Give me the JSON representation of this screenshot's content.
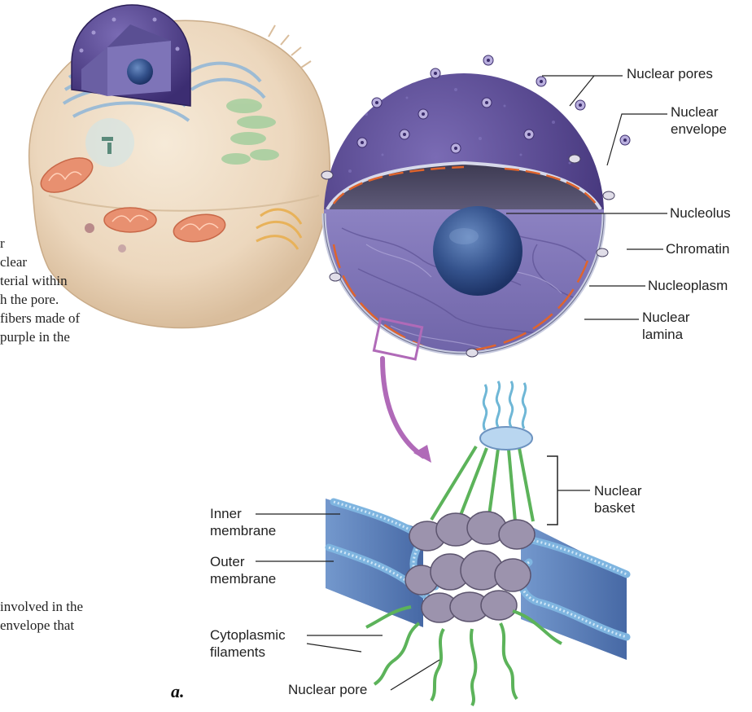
{
  "figure": {
    "part_letter": "a.",
    "labels": {
      "nuclear_pores": "Nuclear pores",
      "nuclear_envelope": [
        "Nuclear",
        "envelope"
      ],
      "nucleolus": "Nucleolus",
      "chromatin": "Chromatin",
      "nucleoplasm": "Nucleoplasm",
      "nuclear_lamina": [
        "Nuclear",
        "lamina"
      ],
      "inner_membrane": [
        "Inner",
        "membrane"
      ],
      "outer_membrane": [
        "Outer",
        "membrane"
      ],
      "cytoplasmic_filaments": [
        "Cytoplasmic",
        "filaments"
      ],
      "nuclear_pore": "Nuclear pore",
      "nuclear_basket": [
        "Nuclear",
        "basket"
      ]
    }
  },
  "body_text": {
    "paragraph_1": [
      "r",
      "clear",
      "terial within",
      "h the pore.",
      "fibers made of",
      "purple in the"
    ],
    "paragraph_2": [
      "involved in the",
      "envelope  that"
    ]
  },
  "colors": {
    "nucleus_purple": "#4f3f86",
    "nucleoplasm": "#8579b8",
    "nucleolus": "#2f4f86",
    "lamina_orange": "#e0642c",
    "membrane_blue": "#6ea6d4",
    "pore_complex": "#9c93ad",
    "filament_green": "#5cb35a",
    "arrow_purple": "#b06ab8"
  }
}
